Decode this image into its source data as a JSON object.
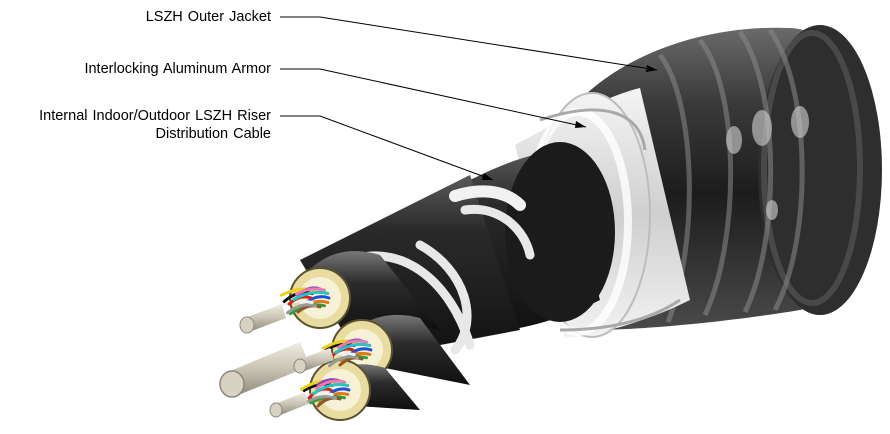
{
  "callouts": {
    "outer_jacket": "LSZH Outer Jacket",
    "armor": "Interlocking Aluminum Armor",
    "riser_line1": "Internal Indoor/Outdoor LSZH Riser",
    "riser_line2": "Distribution Cable"
  },
  "colors": {
    "jacket": "#2b2b2b",
    "armor": "#e6e6e6",
    "inner_cable": "#1e1e1e",
    "yarn": "#e8dca0",
    "strength_member": "#d8d2c4",
    "leader_line": "#000000"
  },
  "fiber_colors": [
    "#1f4fd8",
    "#e07b1a",
    "#2f9e3a",
    "#8b5a2b",
    "#9a9a9a",
    "#ffffff",
    "#d62020",
    "#111111",
    "#e8d21a",
    "#8a3fc4",
    "#e97ab0",
    "#27c4c4"
  ]
}
